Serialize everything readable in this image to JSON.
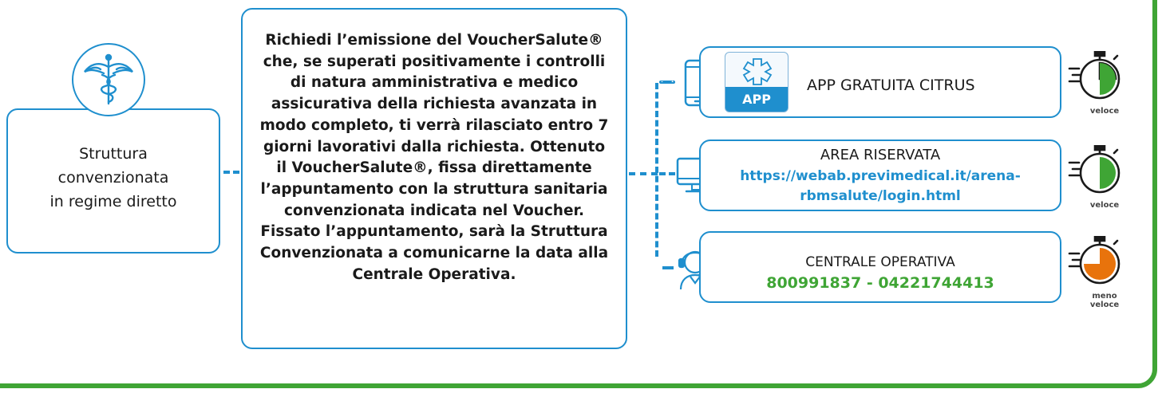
{
  "left": {
    "label": "Struttura\nconvenzionata\nin regime diretto"
  },
  "center": {
    "text": "Richiedi l’emissione del VoucherSalute® che, se superati positivamente i controlli di natura amministrativa e medico assicurativa della richiesta avanzata in modo completo, ti verrà rilasciato entro 7 giorni lavorativi dalla richiesta. Ottenuto il VoucherSalute®, fissa direttamente l’appuntamento con la struttura sanitaria convenzionata indicata nel Voucher. Fissato l’appuntamento, sarà la Struttura Convenzionata a comunicarne la data alla Centrale Operativa."
  },
  "channels": [
    {
      "icon": "smartphone-icon",
      "badge": "APP",
      "title": "APP GRATUITA CITRUS",
      "speed": "veloce",
      "speed_color": "#3fa535"
    },
    {
      "icon": "desktop-monitor-icon",
      "title": "AREA RISERVATA",
      "link_line1": "https://webab.previmedical.it/arena-",
      "link_line2": "rbmsalute/login.html",
      "speed": "veloce",
      "speed_color": "#3fa535"
    },
    {
      "icon": "headset-operator-icon",
      "title": "CENTRALE OPERATIVA",
      "phone": "800991837 - 04221744413",
      "speed": "meno\nveloce",
      "speed_color": "#e8730c"
    }
  ],
  "colors": {
    "blue": "#1f8fce",
    "green": "#3fa535",
    "orange": "#e8730c"
  }
}
